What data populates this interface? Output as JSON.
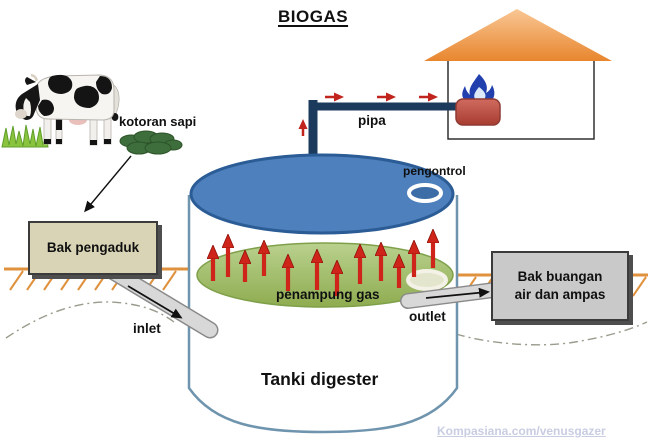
{
  "title": "BIOGAS",
  "labels": {
    "kotoran_sapi": "kotoran sapi",
    "pipa": "pipa",
    "pengontrol": "pengontrol",
    "penampung_gas": "penampung gas",
    "tanki_digester": "Tanki digester",
    "inlet": "inlet",
    "outlet": "outlet"
  },
  "boxes": {
    "mixer": {
      "label": "Bak pengaduk"
    },
    "waste": {
      "line1": "Bak buangan",
      "line2": "air dan ampas"
    }
  },
  "watermark": "Kompasiana.com/venusgazer",
  "colors": {
    "dome_blue": "#4d80bc",
    "dome_border": "#2b5c95",
    "gas_holder_green": "#9ab866",
    "gas_arrow_red": "#cf241a",
    "pipe_navy": "#1b3a5c",
    "ground_orange": "#df913d",
    "roof_orange": "#e8862e",
    "mixer_box_tan": "#d9d4b6",
    "waste_box_gray": "#c9c9c9",
    "stove_brick": "#c4564c",
    "flame_blue": "#2140ae",
    "watermark_blue": "#c9cde2"
  }
}
